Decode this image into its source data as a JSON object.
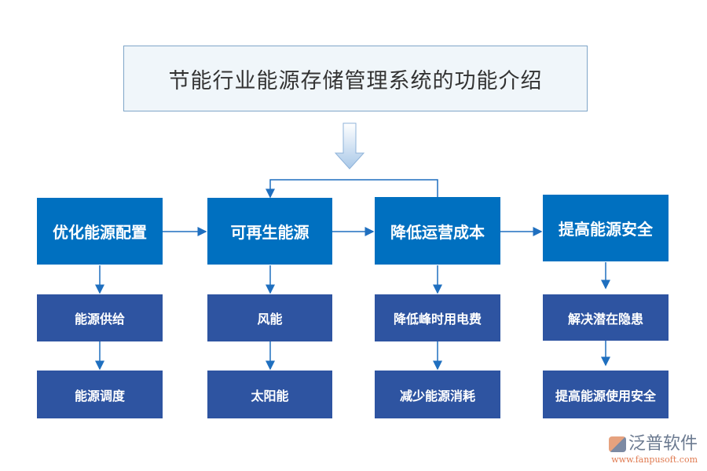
{
  "title": "节能行业能源存储管理系统的功能介绍",
  "columns": [
    {
      "main": "优化能源配置",
      "subs": [
        "能源供给",
        "能源调度"
      ]
    },
    {
      "main": "可再生能源",
      "subs": [
        "风能",
        "太阳能"
      ]
    },
    {
      "main": "降低运营成本",
      "subs": [
        "降低峰时用电费",
        "减少能源消耗"
      ]
    },
    {
      "main": "提高能源安全",
      "subs": [
        "解决潜在隐患",
        "提高能源使用安全"
      ]
    }
  ],
  "watermark": {
    "name": "泛普软件",
    "url": "www.fanpusoft.com"
  },
  "colors": {
    "main": "#0070c0",
    "sub": "#2e54a1",
    "line": "#1f6fbf"
  }
}
